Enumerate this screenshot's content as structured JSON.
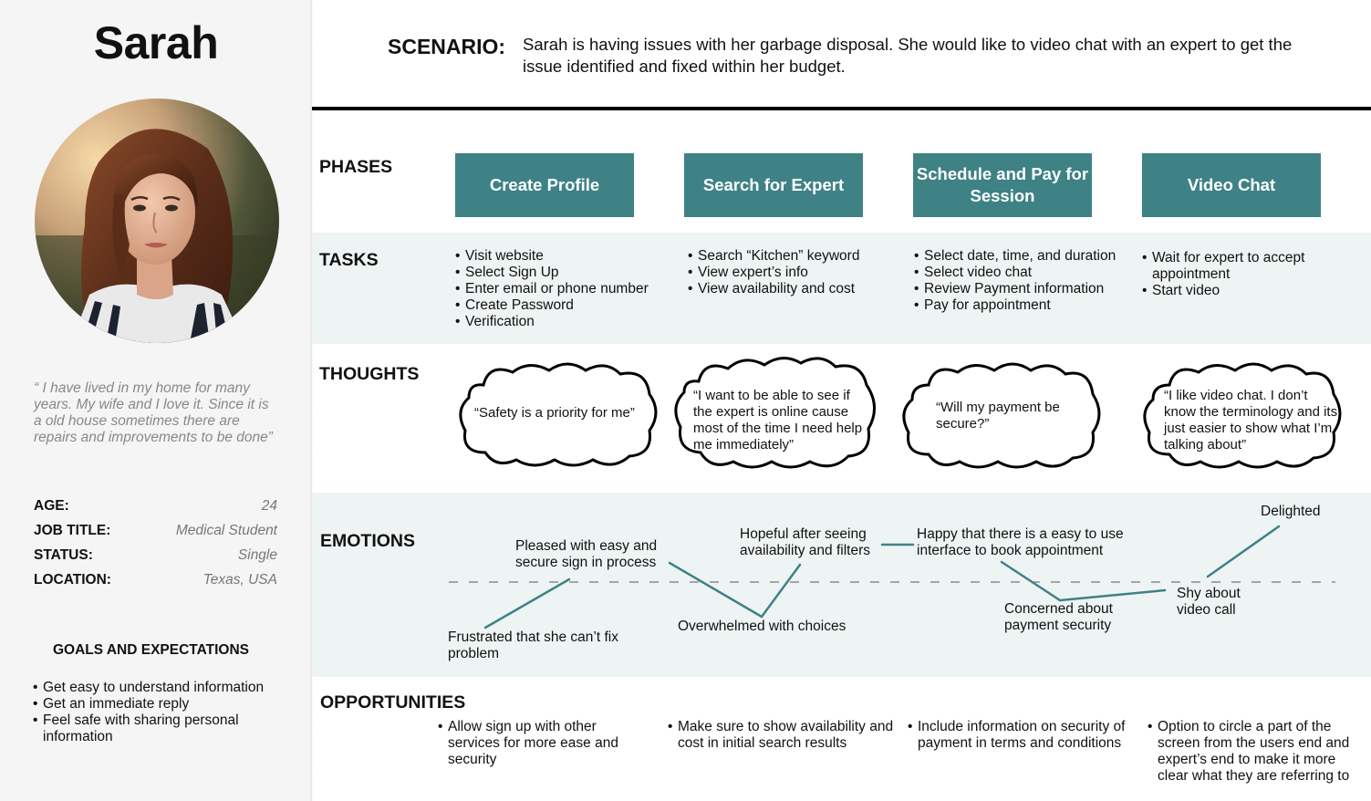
{
  "persona": {
    "name": "Sarah",
    "quote": "“ I have lived in my home for many years. My wife and I love it. Since it is a old house sometimes there are repairs and improvements to be done”",
    "info": [
      {
        "key": "AGE:",
        "value": "24"
      },
      {
        "key": "JOB TITLE:",
        "value": "Medical Student"
      },
      {
        "key": "STATUS:",
        "value": "Single"
      },
      {
        "key": "LOCATION:",
        "value": "Texas, USA"
      }
    ],
    "goals_title": "GOALS AND EXPECTATIONS",
    "goals": [
      "Get easy to understand information",
      "Get an immediate reply",
      "Feel safe with sharing personal information"
    ]
  },
  "scenario": {
    "label": "SCENARIO:",
    "text": "Sarah is having issues with her garbage disposal. She would like to video chat with an expert to get the issue identified and fixed within her budget."
  },
  "rows": {
    "phases": "PHASES",
    "tasks": "TASKS",
    "thoughts": "THOUGHTS",
    "emotions": "EMOTIONS",
    "opportunities": "OPPORTUNITIES"
  },
  "phases": [
    "Create Profile",
    "Search for Expert",
    "Schedule and Pay for Session",
    "Video Chat"
  ],
  "tasks": [
    [
      "Visit website",
      "Select Sign Up",
      "Enter email or phone number",
      "Create Password",
      "Verification"
    ],
    [
      "Search “Kitchen” keyword",
      "View expert’s info",
      "View availability and cost"
    ],
    [
      "Select date, time, and duration",
      "Select video chat",
      "Review Payment information",
      "Pay for appointment"
    ],
    [
      "Wait for expert to accept appointment",
      "Start video"
    ]
  ],
  "thoughts": [
    "“Safety is a priority for me”",
    "“I want to be able to see if the expert is online cause most of the time I need help me immediately”",
    "“Will my payment be secure?”",
    "“I like video chat. I don’t know the terminology and its just easier to show what I’m talking about”"
  ],
  "emotions": {
    "frustrated": "Frustrated that she can’t fix problem",
    "pleased": "Pleased with easy and secure sign in process",
    "overwhelmed": "Overwhelmed with choices",
    "hopeful": "Hopeful after seeing availability and filters",
    "happy": "Happy that there is a easy to use interface to book appointment",
    "concerned": "Concerned about payment security",
    "shy": "Shy about video call",
    "delighted": "Delighted"
  },
  "opportunities": [
    "Allow sign up with other services for more ease and security",
    "Make sure to show availability and cost in initial search results",
    "Include information on security of payment in terms and conditions",
    "Option to circle a part of the screen from the users end and expert’s end to make it more clear what they are referring to"
  ],
  "colors": {
    "accent": "#3e8286",
    "band": "#eef4f3",
    "panel": "#f5f5f5"
  }
}
